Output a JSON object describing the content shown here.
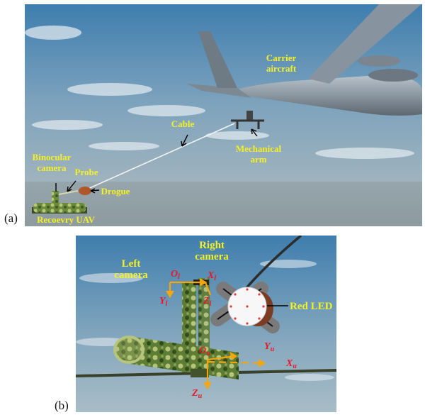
{
  "panel_a": {
    "tag": "(a)",
    "labels": {
      "carrier_line1": "Carrier",
      "carrier_line2": "aircraft",
      "cable": "Cable",
      "arm_line1": "Mechanical",
      "arm_line2": "arm",
      "camera_line1": "Binocular",
      "camera_line2": "camera",
      "probe": "Probe",
      "drogue": "Drogue",
      "uav": "Recoevry UAV"
    }
  },
  "panel_b": {
    "tag": "(b)",
    "labels": {
      "right_line1": "Right",
      "right_line2": "camera",
      "left_line1": "Left",
      "left_line2": "camera",
      "red_led": "Red LED"
    },
    "axes": {
      "ol_base": "O",
      "ol_sub": "l",
      "xl_base": "X",
      "xl_sub": "l",
      "yl_base": "Y",
      "yl_sub": "l",
      "zl_base": "Z",
      "zl_sub": "l",
      "ou_base": "O",
      "ou_sub": "u",
      "yu_base": "Y",
      "yu_sub": "u",
      "xu_base": "X",
      "xu_sub": "u",
      "zu_base": "Z",
      "zu_sub": "u"
    }
  },
  "colors": {
    "label_yellow": "#f5f026",
    "axis_red": "#e8172a",
    "axis_orange": "#f4a60d",
    "sky_top": "#3f7fb0",
    "sky_bottom": "#a9bfca"
  }
}
